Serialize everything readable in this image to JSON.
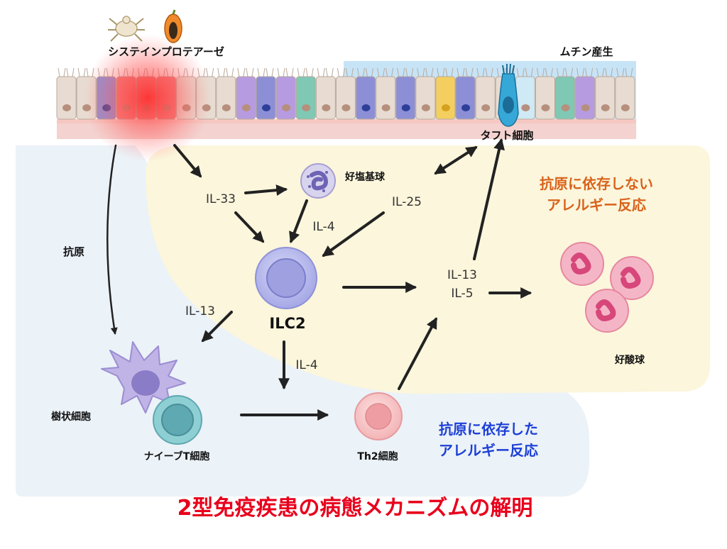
{
  "labels": {
    "protease": "システインプロテアーゼ",
    "mucin": "ムチン産生",
    "tuft_cell": "タフト細胞",
    "basophil": "好塩基球",
    "il33": "IL-33",
    "il25": "IL-25",
    "il4_top": "IL-4",
    "il4_bottom": "IL-4",
    "il13_left": "IL-13",
    "il13_right": "IL-13",
    "il5": "IL-5",
    "ilc2": "ILC2",
    "antigen": "抗原",
    "dendritic_cell": "樹状細胞",
    "naive_t_cell": "ナイーブT細胞",
    "th2_cell": "Th2細胞",
    "eosinophil": "好酸球",
    "independent_line1": "抗原に依存しない",
    "independent_line2": "アレルギー反応",
    "dependent_line1": "抗原に依存した",
    "dependent_line2": "アレルギー反応",
    "title": "2型免疫疾患の病態メカニズムの解明"
  },
  "colors": {
    "title_red": "#e8001c",
    "independent_orange": "#d9621b",
    "dependent_blue": "#1d3fd6",
    "arrow": "#222222",
    "zone_yellow": "#fbf6dc",
    "zone_blue": "#ebf2f8",
    "mucus_blue": "#c7e4f7"
  },
  "icons": {
    "dust_mite": "dust-mite-icon",
    "papaya": "papaya-icon",
    "basophil": "basophil-cell-icon",
    "ilc2": "ilc2-cell-icon",
    "dendritic": "dendritic-cell-icon",
    "naive_t": "t-cell-icon",
    "th2": "th2-cell-icon",
    "eosinophil": "eosinophil-cell-icon",
    "tuft": "tuft-cell-icon"
  }
}
